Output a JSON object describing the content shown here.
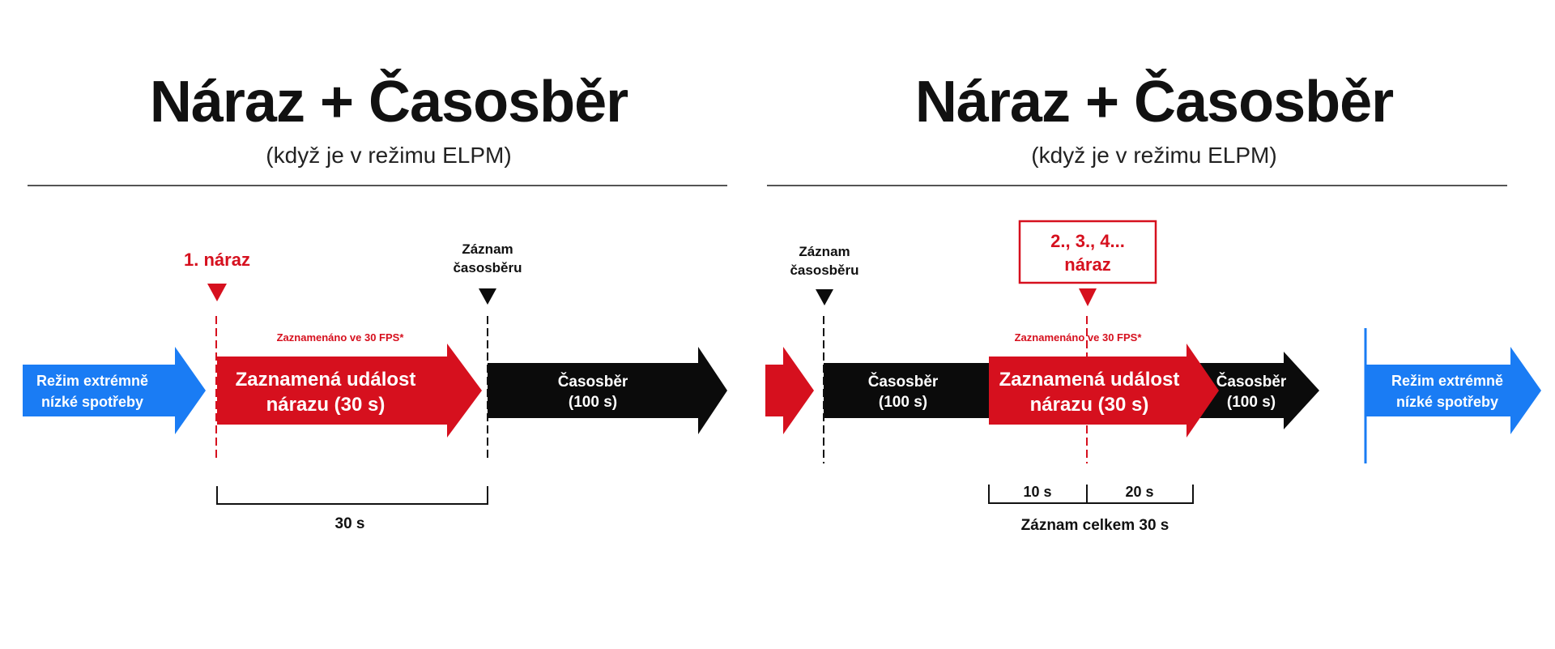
{
  "colors": {
    "red": "#d6101e",
    "blue": "#1a7cf4",
    "black": "#0b0b0b",
    "white": "#ffffff"
  },
  "left": {
    "title": "Náraz + Časosběr",
    "subtitle": "(když je v režimu ELPM)",
    "event_marker": "1. náraz",
    "timelapse_marker_line1": "Záznam",
    "timelapse_marker_line2": "časosběru",
    "fps_note": "Zaznamenáno ve 30 FPS*",
    "blue_line1": "Režim extrémně",
    "blue_line2": "nízké spotřeby",
    "red_line1": "Zaznamená událost",
    "red_line2": "nárazu (30 s)",
    "black_line1": "Časosběr",
    "black_line2": "(100 s)",
    "duration": "30 s"
  },
  "right": {
    "title": "Náraz + Časosběr",
    "subtitle": "(když je v režimu ELPM)",
    "timelapse_marker_line1": "Záznam",
    "timelapse_marker_line2": "časosběru",
    "event_box_line1": "2., 3., 4...",
    "event_box_line2": "náraz",
    "fps_note": "Zaznamenáno ve 30 FPS*",
    "black1_line1": "Časosběr",
    "black1_line2": "(100 s)",
    "red_line1": "Zaznamená událost",
    "red_line2": "nárazu (30 s)",
    "black2_line1": "Časosběr",
    "black2_line2": "(100 s)",
    "blue_line1": "Režim extrémně",
    "blue_line2": "nízké spotřeby",
    "pre_duration": "10 s",
    "post_duration": "20 s",
    "total": "Záznam celkem 30 s"
  }
}
